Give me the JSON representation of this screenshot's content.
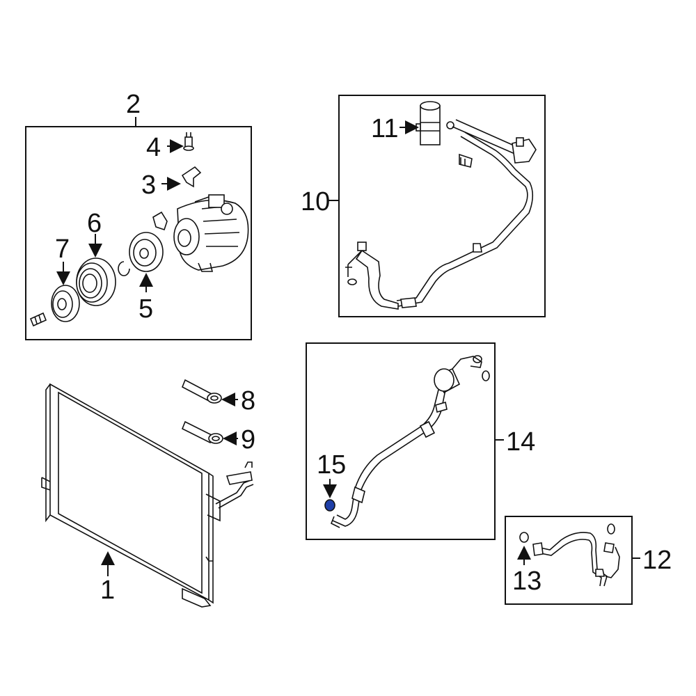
{
  "callouts": {
    "c1": "1",
    "c2": "2",
    "c3": "3",
    "c4": "4",
    "c5": "5",
    "c6": "6",
    "c7": "7",
    "c8": "8",
    "c9": "9",
    "c10": "10",
    "c11": "11",
    "c12": "12",
    "c13": "13",
    "c14": "14",
    "c15": "15"
  },
  "colors": {
    "line": "#111111",
    "highlight_part": "#1f3fa8"
  }
}
